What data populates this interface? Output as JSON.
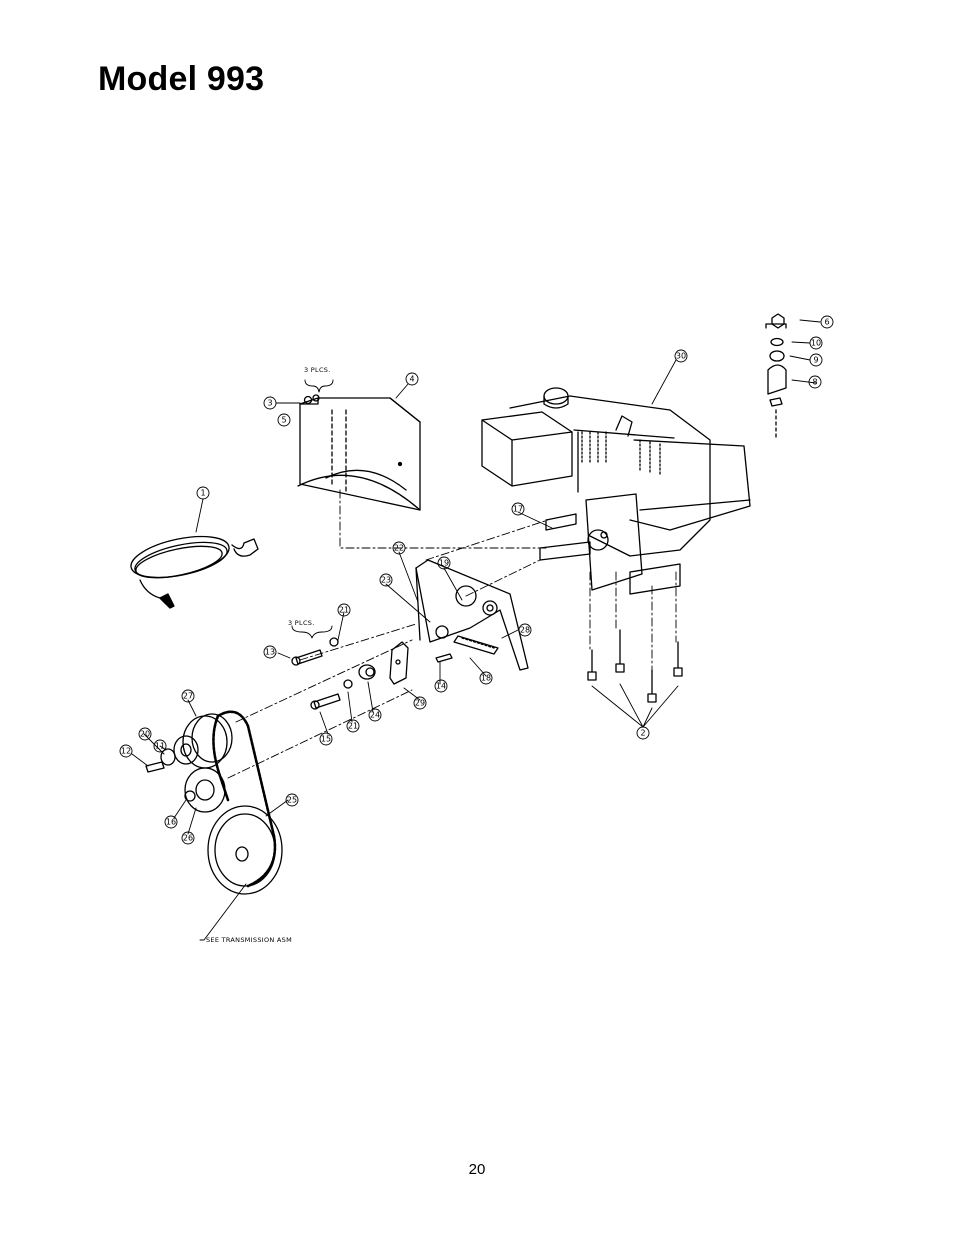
{
  "page": {
    "title": "Model 993",
    "page_number": "20"
  },
  "diagram": {
    "notes": {
      "three_places_a": "3 PLCS.",
      "three_places_b": "3 PLCS.",
      "see_transmission": "SEE TRANSMISSION ASM"
    },
    "callouts": [
      "1",
      "2",
      "3",
      "4",
      "5",
      "6",
      "8",
      "9",
      "10",
      "11",
      "12",
      "13",
      "14",
      "15",
      "16",
      "17",
      "18",
      "19",
      "20",
      "21",
      "21",
      "22",
      "23",
      "24",
      "25",
      "26",
      "27",
      "28",
      "29",
      "30"
    ]
  }
}
